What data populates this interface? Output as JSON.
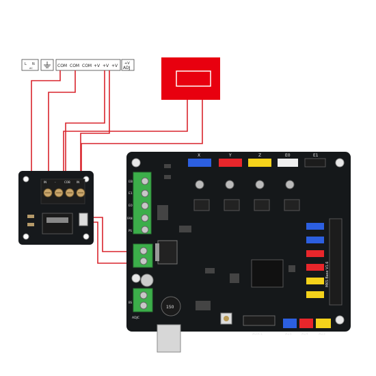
{
  "psu": {
    "terminals": [
      {
        "main": "L",
        "sub": ""
      },
      {
        "main": "N",
        "sub": "AC"
      },
      {
        "main": "",
        "sub": ""
      },
      {
        "main": "COM",
        "sub": ""
      },
      {
        "main": "COM",
        "sub": ""
      },
      {
        "main": "COM",
        "sub": ""
      },
      {
        "main": "+V",
        "sub": ""
      },
      {
        "main": "+V",
        "sub": ""
      },
      {
        "main": "+V",
        "sub": ""
      },
      {
        "main": "+V",
        "sub": "ADJ"
      }
    ]
  },
  "mosfet_module": {
    "input_labels": [
      "IN",
      "-",
      "COB",
      "IN"
    ]
  },
  "mainboard": {
    "motor_headers": [
      "X",
      "Y",
      "Z",
      "E0",
      "E1"
    ],
    "left_labels": [
      "EB",
      "E1",
      "E0",
      "FAN",
      "PS",
      "ADJC",
      "BS"
    ],
    "bottom_labels": [
      "AUX-1",
      "A15",
      "A14",
      "A13"
    ],
    "chip_marks": [
      "150"
    ],
    "board_name": "MKS Base V1.6",
    "colors": {
      "pcb": "#15181a",
      "red_module": "#e8000f",
      "wire": "#d9232b",
      "terminal_green": "#3cae4a",
      "header_blue": "#2c5fe0",
      "header_red": "#e8262b",
      "header_yellow": "#f4d21b",
      "header_white": "#efefef"
    }
  },
  "rendering": {
    "wire_color": "#d9232b"
  }
}
